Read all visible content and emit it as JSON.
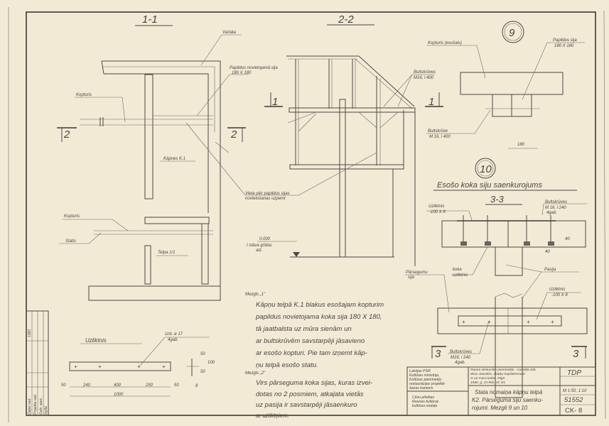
{
  "section_1_1": {
    "title": "1-1",
    "labels": {
      "roof": "Varlata",
      "extra_beam": [
        "Papildus novietojamā sija",
        "180 X 180"
      ],
      "kopturis": "Kopturis",
      "stairs": "Kāpnes K.1",
      "kopturis_lower": "Kopturis",
      "statis": "Statis",
      "room": "Telpa 1/1",
      "beam_location": [
        "Vieta pēc papildus sijas",
        "novietošanas uzpemt"
      ]
    },
    "section_mark": "2"
  },
  "section_2_2": {
    "title": "2-2",
    "labels": {
      "bolt": [
        "Bultskrūves",
        "M16, l 400"
      ],
      "elevation": [
        "0.000",
        "I stāva grīdas",
        "atz."
      ]
    },
    "section_mark": "1"
  },
  "detail_9": {
    "number": "9",
    "labels": {
      "kopturis": "Kopturis (esošais)",
      "beam": [
        "Papildus sija",
        "180 X 180"
      ],
      "bolt": [
        "Bultskrūve",
        "M 16, l 400"
      ],
      "dim": "180"
    }
  },
  "detail_10": {
    "number": "10",
    "title": "Esošo koka siju saenkurojums",
    "section_title": "3-3",
    "section_mark": "3",
    "labels": {
      "plate": [
        "Uzliktnis",
        "-100 X 8"
      ],
      "bolts_top": [
        "Bultskrūves",
        "M 16, l 240",
        "4gab."
      ],
      "dim_a": "40",
      "dim_b": "40",
      "beams": [
        "Pārsegumu",
        "sija"
      ],
      "wood_washer": [
        "koka",
        "uzliktnis"
      ],
      "post": "Pasija",
      "plate_lower": [
        "Uzliktnis",
        "-100 X 8"
      ],
      "bolts_bottom": [
        "Bultskrūves",
        "M16, l 240",
        "4gab."
      ]
    }
  },
  "uzliktnis": {
    "title": "Uzliktnis",
    "hole": [
      "Urb. ø 17",
      "4gab."
    ],
    "dims": [
      "50",
      "240",
      "400",
      "250",
      "50"
    ],
    "total": "1000",
    "side_dims": [
      "50",
      "50",
      "100",
      "8"
    ]
  },
  "notes": {
    "lines": [
      "Mezgls „1\"",
      "Kāpņu telpā K.1 blakus esošajam kopturim",
      "papildus novietojama koka sija 180 X 180,",
      "tā jaatbalsta uz mūra sienām un",
      "ar bultskrūvēm savstarpēji jāsavieno",
      "ar esošo kopturi. Pie tam izņemt kāp-",
      "ņu telpā esošo statu.",
      "Mezgls „2\"",
      "Virs pārseguma koka sijas, kuras izvei-",
      "dotas no 2 posmiem, atkaļata vietās",
      "uz pasija ir savstarpēji jāsaenkuro",
      "ar uzliktņiem."
    ]
  },
  "title_block": {
    "org": [
      "Latvijas PSR",
      "Kultūras ministrija,",
      "Kultūras pieminekļu",
      "restaurācijas projektē-",
      "šanas kantoris"
    ],
    "project": [
      "Rauna vēsturisko pieminekļu - Ausekļa ielā,",
      "ēkas stāvoklis, statiķu kapitālremont-",
      "ts un mūra kaltāt. Rīgā",
      "1980. g. 23 febr. Nr 3/1"
    ],
    "object": [
      "Cēsu pilsētas",
      "Raunas kultūras",
      "kultūras nodaļa"
    ],
    "drawing": [
      "Stata nomaiņa kāpņu telpā",
      "K2. Pārseguma siju saenku-",
      "rojumi. Mezgli 9 un 10"
    ],
    "code": "TDP",
    "scale": "M 1:50, 1:10",
    "number": "51552",
    "sheet": "CK- 8"
  },
  "signatures": {
    "rows": [
      "Daļas vad.",
      "Projekta vad.",
      "Galv. spec.",
      "Izpild."
    ],
    "date": "1980"
  }
}
